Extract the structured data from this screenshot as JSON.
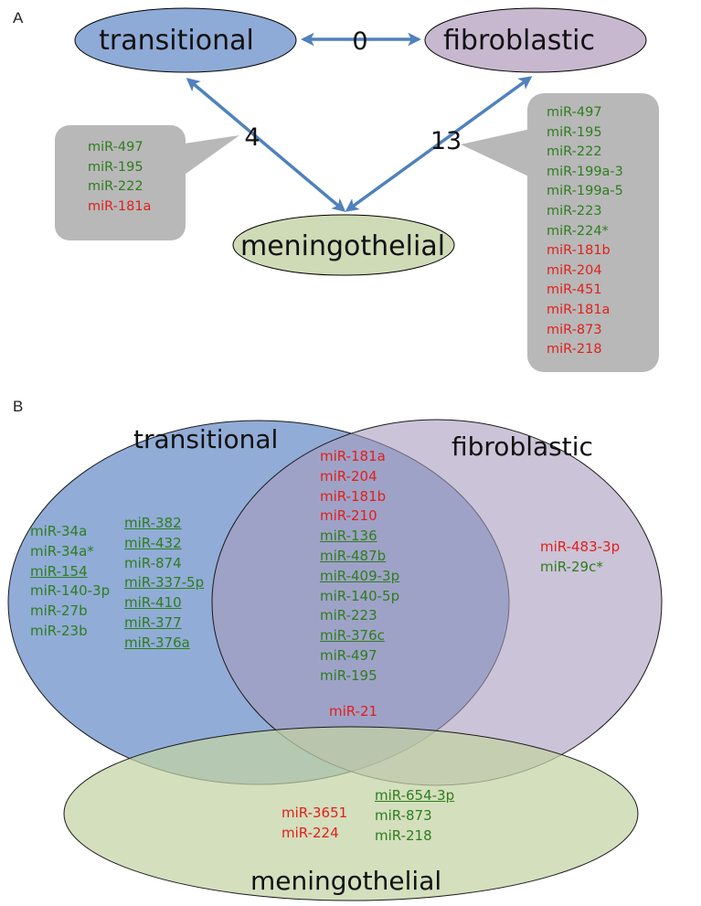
{
  "panel_a": {
    "label": "A",
    "nodes": {
      "transitional": "transitional",
      "fibroblastic": "fibroblastic",
      "meningothelial": "meningothelial"
    },
    "counts": {
      "transitional_fibroblastic": "0",
      "transitional_meningothelial": "4",
      "fibroblastic_meningothelial": "13"
    },
    "callout_transitional_meningothelial": [
      {
        "text": "miR-497",
        "color": "green"
      },
      {
        "text": "miR-195",
        "color": "green"
      },
      {
        "text": "miR-222",
        "color": "green"
      },
      {
        "text": "miR-181a",
        "color": "red"
      }
    ],
    "callout_fibroblastic_meningothelial": [
      {
        "text": "miR-497",
        "color": "green"
      },
      {
        "text": "miR-195",
        "color": "green"
      },
      {
        "text": "miR-222",
        "color": "green"
      },
      {
        "text": "miR-199a-3",
        "color": "green"
      },
      {
        "text": "miR-199a-5",
        "color": "green"
      },
      {
        "text": "miR-223",
        "color": "green"
      },
      {
        "text": "miR-224*",
        "color": "green"
      },
      {
        "text": "miR-181b",
        "color": "red"
      },
      {
        "text": "miR-204",
        "color": "red"
      },
      {
        "text": "miR-451",
        "color": "red"
      },
      {
        "text": "miR-181a",
        "color": "red"
      },
      {
        "text": "miR-873",
        "color": "red"
      },
      {
        "text": "miR-218",
        "color": "red"
      }
    ]
  },
  "panel_b": {
    "label": "B",
    "sets": {
      "transitional": "transitional",
      "fibroblastic": "fibroblastic",
      "meningothelial": "meningothelial"
    },
    "transitional_only_col1": [
      {
        "text": "miR-34a",
        "color": "green",
        "underline": false
      },
      {
        "text": "miR-34a*",
        "color": "green",
        "underline": false
      },
      {
        "text": "miR-154",
        "color": "green",
        "underline": true
      },
      {
        "text": "miR-140-3p",
        "color": "green",
        "underline": false
      },
      {
        "text": "miR-27b",
        "color": "green",
        "underline": false
      },
      {
        "text": "miR-23b",
        "color": "green",
        "underline": false
      }
    ],
    "transitional_only_col2": [
      {
        "text": "miR-382",
        "color": "green",
        "underline": true
      },
      {
        "text": "miR-432",
        "color": "green",
        "underline": true
      },
      {
        "text": "miR-874",
        "color": "green",
        "underline": false
      },
      {
        "text": "miR-337-5p",
        "color": "green",
        "underline": true
      },
      {
        "text": "miR-410",
        "color": "green",
        "underline": true
      },
      {
        "text": "miR-377",
        "color": "green",
        "underline": true
      },
      {
        "text": "miR-376a",
        "color": "green",
        "underline": true
      }
    ],
    "transitional_fibroblastic": [
      {
        "text": "miR-181a",
        "color": "red",
        "underline": false
      },
      {
        "text": "miR-204",
        "color": "red",
        "underline": false
      },
      {
        "text": "miR-181b",
        "color": "red",
        "underline": false
      },
      {
        "text": "miR-210",
        "color": "red",
        "underline": false
      },
      {
        "text": "miR-136",
        "color": "green",
        "underline": true
      },
      {
        "text": "miR-487b",
        "color": "green",
        "underline": true
      },
      {
        "text": "miR-409-3p",
        "color": "green",
        "underline": true
      },
      {
        "text": "miR-140-5p",
        "color": "green",
        "underline": false
      },
      {
        "text": "miR-223",
        "color": "green",
        "underline": false
      },
      {
        "text": "miR-376c",
        "color": "green",
        "underline": true
      },
      {
        "text": "miR-497",
        "color": "green",
        "underline": false
      },
      {
        "text": "miR-195",
        "color": "green",
        "underline": false
      }
    ],
    "all_three": [
      {
        "text": "miR-21",
        "color": "red",
        "underline": false
      }
    ],
    "fibroblastic_only": [
      {
        "text": "miR-483-3p",
        "color": "red",
        "underline": false
      },
      {
        "text": "miR-29c*",
        "color": "green",
        "underline": false
      }
    ],
    "meningothelial_only_col1": [
      {
        "text": "miR-3651",
        "color": "red",
        "underline": false
      },
      {
        "text": "miR-224",
        "color": "red",
        "underline": false
      }
    ],
    "meningothelial_only_col2": [
      {
        "text": "miR-654-3p",
        "color": "green",
        "underline": true
      },
      {
        "text": "miR-873",
        "color": "green",
        "underline": false
      },
      {
        "text": "miR-218",
        "color": "green",
        "underline": false
      }
    ]
  },
  "colors": {
    "transitional_fill": "#8eaad6",
    "fibroblastic_fill": "#c7b8cf",
    "meningothelial_fill": "#cfdbb6",
    "arrow": "#4f81bd",
    "callout_fill": "#b8b8b8",
    "up_green": "#2e7d1e",
    "down_red": "#e0201b"
  }
}
